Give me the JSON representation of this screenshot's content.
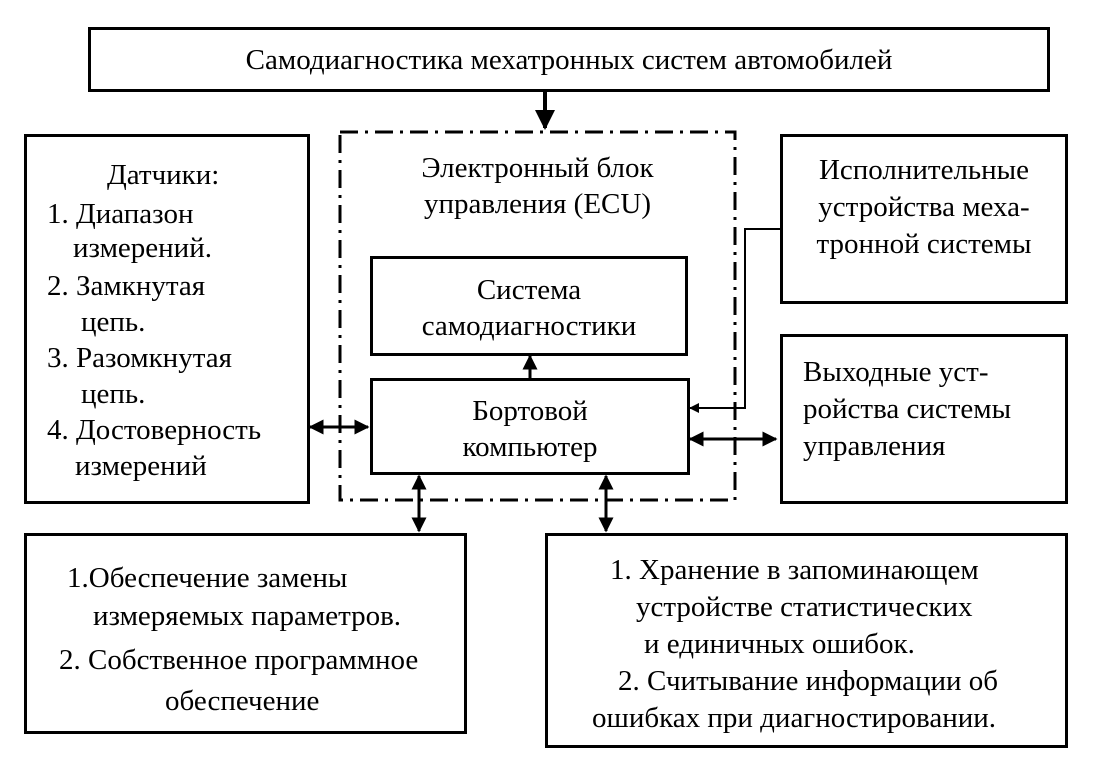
{
  "title": "Самодиагностика мехатронных систем автомобилей",
  "ecu": {
    "label_line1": "Электронный блок",
    "label_line2": "управления (ECU)"
  },
  "self_diag": {
    "line1": "Система",
    "line2": "самодиагностики"
  },
  "computer": {
    "line1": "Бортовой",
    "line2": "компьютер"
  },
  "sensors": {
    "heading": "Датчики:",
    "lines": [
      "1. Диапазон",
      "измерений.",
      "2. Замкнутая",
      "цепь.",
      "3. Разомкнутая",
      "цепь.",
      "4. Достоверность",
      "измерений"
    ]
  },
  "actuators": {
    "lines": [
      "Исполнительные",
      "устройства меха-",
      "тронной системы"
    ]
  },
  "output_devices": {
    "lines": [
      "Выходные уст-",
      "ройства системы",
      "управления"
    ]
  },
  "support": {
    "lines": [
      "1.Обеспечение замены",
      "измеряемых параметров.",
      "2. Собственное программное",
      "обеспечение"
    ]
  },
  "storage": {
    "lines": [
      "1. Хранение в запоминающем",
      "устройстве статистических",
      "и единичных ошибок.",
      "2. Считывание информации об",
      "ошибках при диагностировании."
    ]
  }
}
